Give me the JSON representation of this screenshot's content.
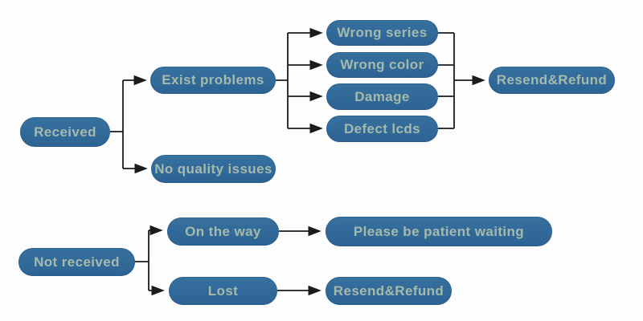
{
  "diagram": {
    "type": "flowchart",
    "colors": {
      "background": "#fdfdfd",
      "node_fill_top": "#37719e",
      "node_fill_bottom": "#2c6394",
      "node_text": "#a5baac",
      "connector": "#1b1b1b"
    },
    "nodes": {
      "received": {
        "label": "Received"
      },
      "exist_problems": {
        "label": "Exist problems"
      },
      "wrong_series": {
        "label": "Wrong series"
      },
      "wrong_color": {
        "label": "Wrong color"
      },
      "damage": {
        "label": "Damage"
      },
      "defect_lcds": {
        "label": "Defect lcds"
      },
      "resend_refund_top": {
        "label": "Resend&Refund"
      },
      "no_quality_issues": {
        "label": "No quality issues"
      },
      "not_received": {
        "label": "Not received"
      },
      "on_the_way": {
        "label": "On the way"
      },
      "please_wait": {
        "label": "Please be patient waiting"
      },
      "lost": {
        "label": "Lost"
      },
      "resend_refund_bottom": {
        "label": "Resend&Refund"
      }
    },
    "edges": [
      {
        "from": "Received",
        "to": "Exist problems"
      },
      {
        "from": "Received",
        "to": "No quality issues"
      },
      {
        "from": "Exist problems",
        "to": "Wrong series"
      },
      {
        "from": "Exist problems",
        "to": "Wrong color"
      },
      {
        "from": "Exist problems",
        "to": "Damage"
      },
      {
        "from": "Exist problems",
        "to": "Defect lcds"
      },
      {
        "from": "Wrong series",
        "to": "Resend&Refund"
      },
      {
        "from": "Wrong color",
        "to": "Resend&Refund"
      },
      {
        "from": "Damage",
        "to": "Resend&Refund"
      },
      {
        "from": "Defect lcds",
        "to": "Resend&Refund"
      },
      {
        "from": "Not received",
        "to": "On the way"
      },
      {
        "from": "Not received",
        "to": "Lost"
      },
      {
        "from": "On the way",
        "to": "Please be patient waiting"
      },
      {
        "from": "Lost",
        "to": "Resend&Refund"
      }
    ]
  }
}
